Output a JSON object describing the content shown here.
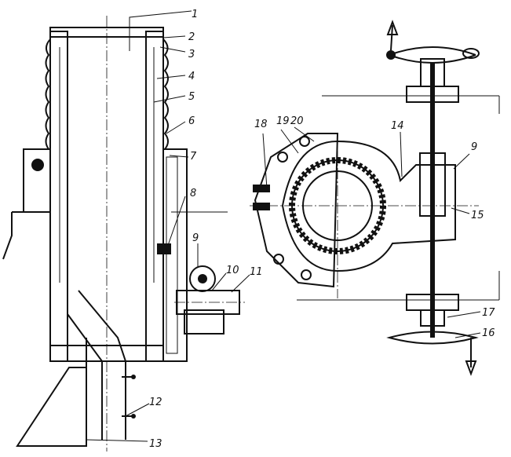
{
  "callouts": [
    "1",
    "2",
    "3",
    "4",
    "5",
    "6",
    "7",
    "8",
    "9",
    "10",
    "11",
    "12",
    "13",
    "14",
    "9",
    "15",
    "16",
    "17",
    "18",
    "19",
    "20"
  ],
  "colors": {
    "ink": "#111111",
    "paper": "#ffffff"
  }
}
